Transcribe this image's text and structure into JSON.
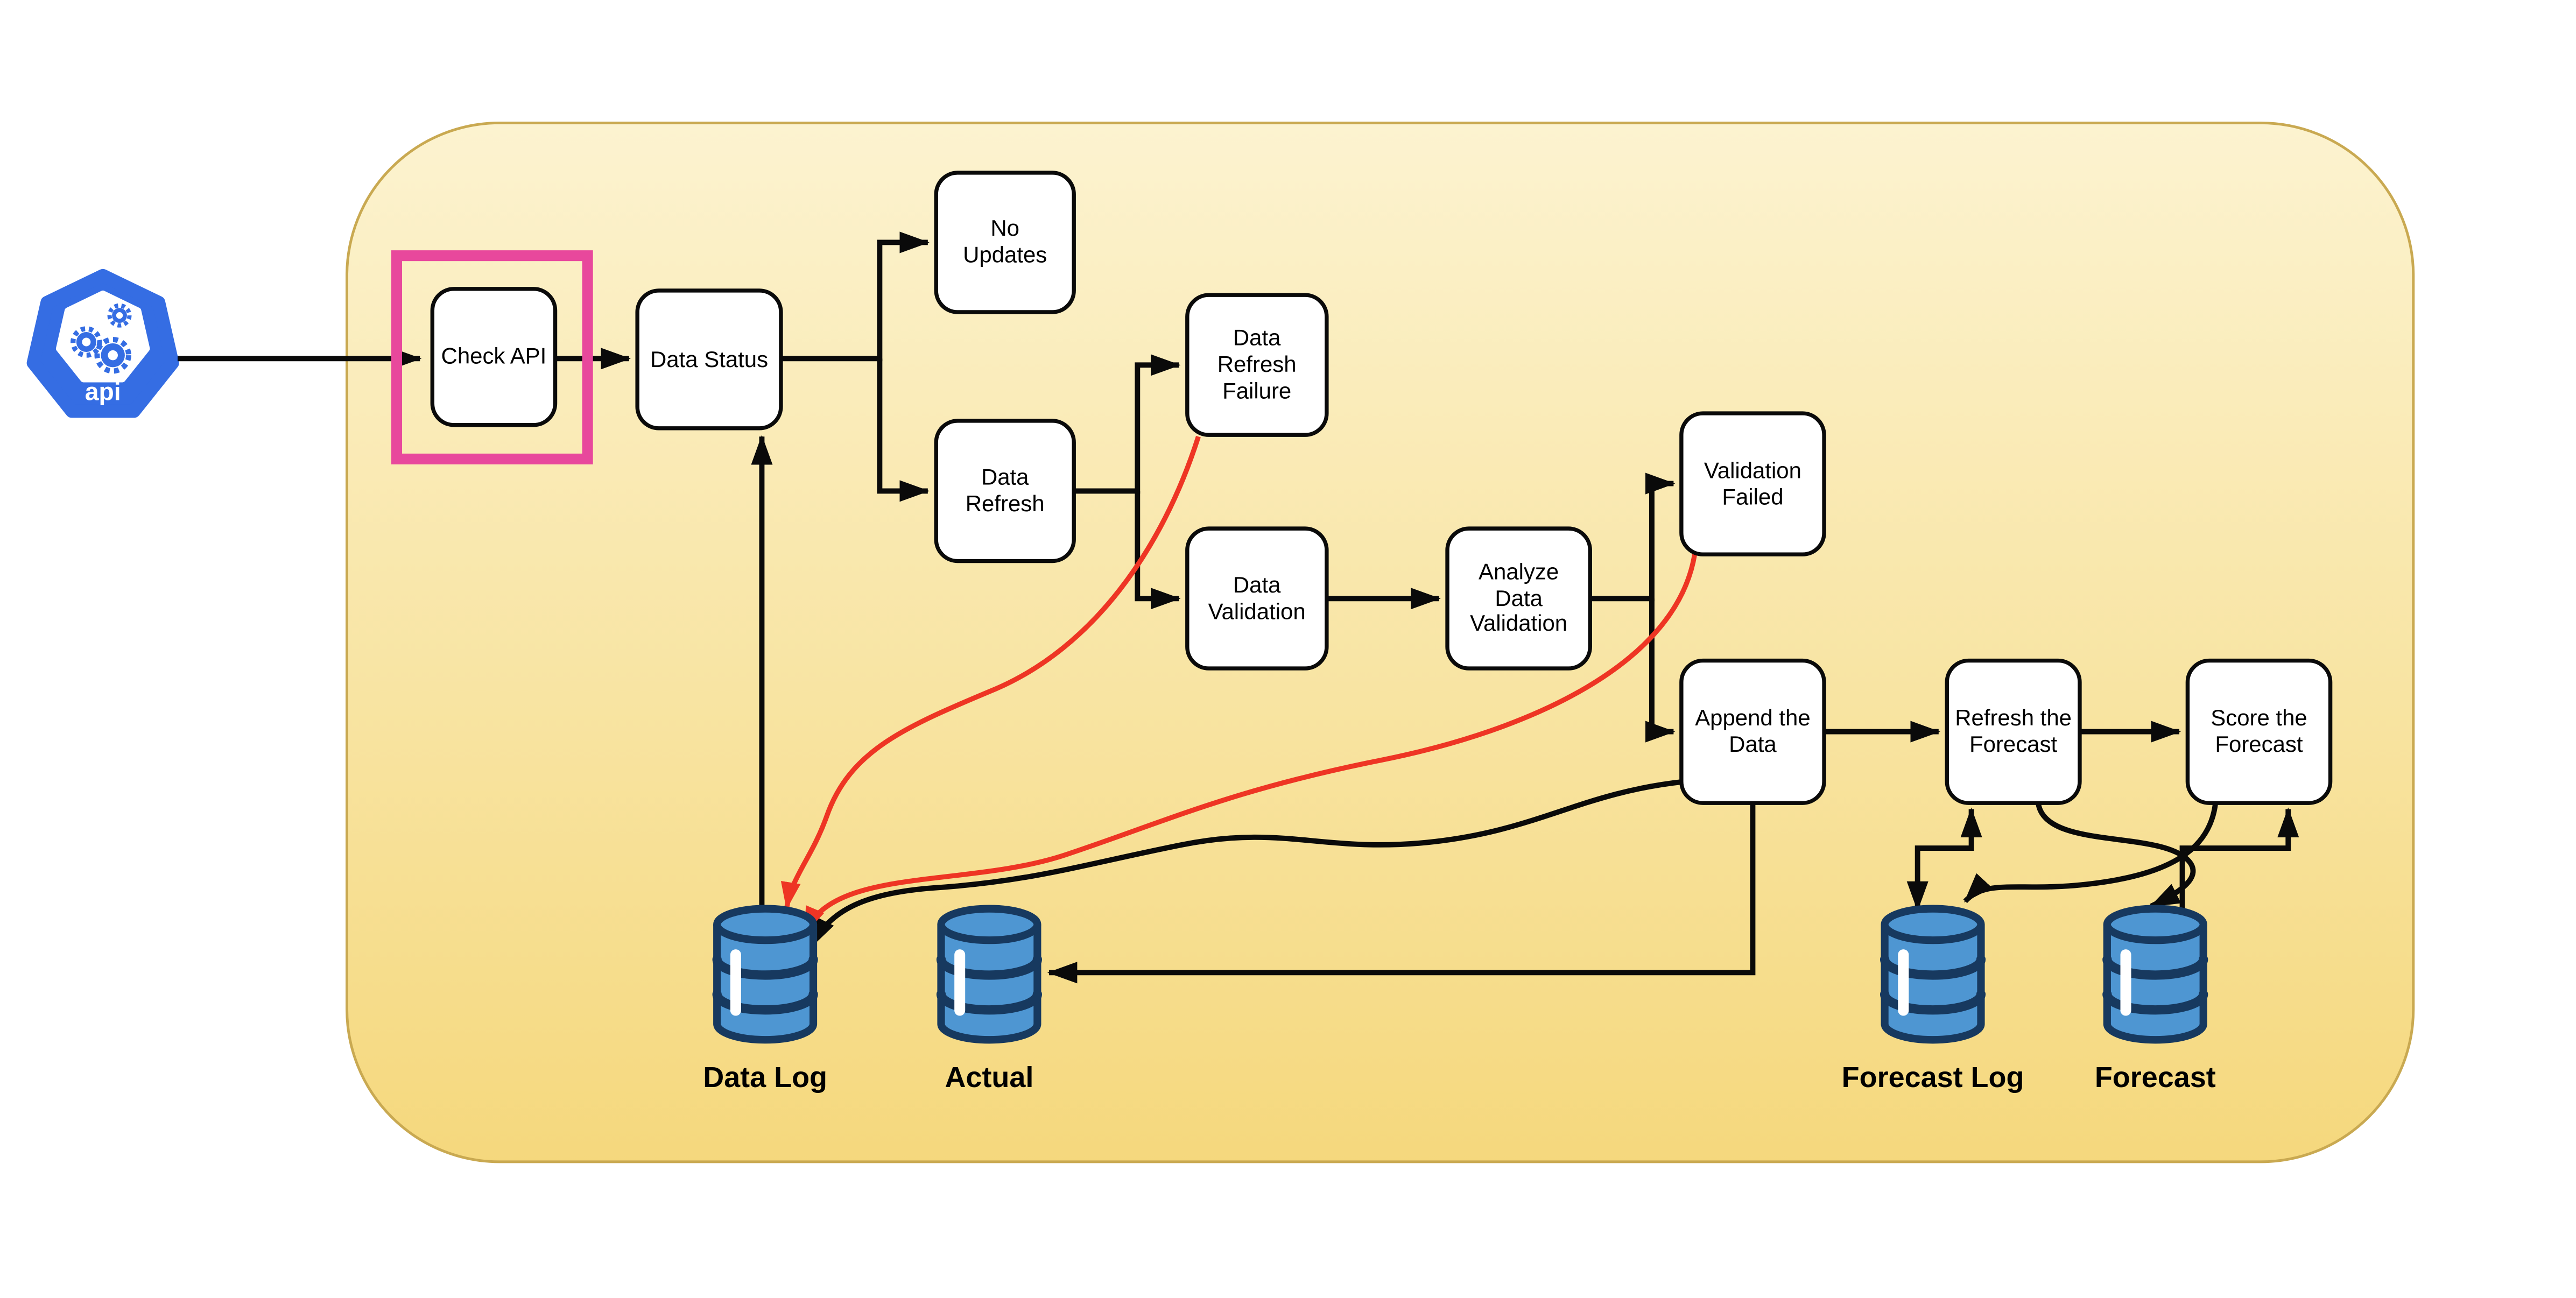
{
  "api_icon": {
    "label": "api"
  },
  "nodes": {
    "check_api": "Check API",
    "data_status": "Data Status",
    "no_updates": "No Updates",
    "data_refresh": "Data Refresh",
    "data_refresh_failure": "Data Refresh Failure",
    "data_validation": "Data Validation",
    "analyze_data_validation": "Analyze Data Validation",
    "validation_failed": "Validation Failed",
    "append_the_data": "Append the Data",
    "refresh_the_forecast": "Refresh the Forecast",
    "score_the_forecast": "Score the Forecast"
  },
  "datastores": {
    "data_log": "Data Log",
    "actual": "Actual",
    "forecast_log": "Forecast Log",
    "forecast": "Forecast"
  },
  "colors": {
    "container_top": "#fcf3d0",
    "container_bottom": "#f5d87d",
    "container_border": "#c9a951",
    "highlight_pink": "#e8489c",
    "error_red": "#ee3524",
    "api_blue": "#356de3",
    "db_blue": "#4e96d2",
    "db_navy": "#17395f",
    "line_black": "#0a0a0a"
  }
}
